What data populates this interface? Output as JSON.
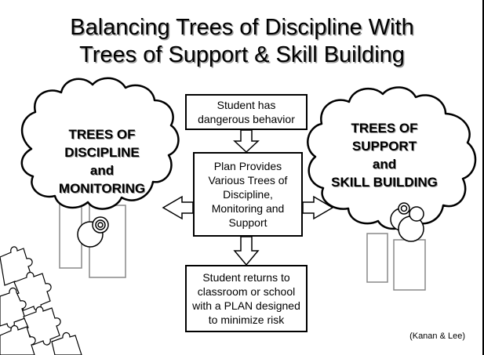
{
  "title": {
    "line1": "Balancing Trees of Discipline With",
    "line2": "Trees of Support & Skill Building"
  },
  "left_tree": {
    "line1": "TREES OF",
    "line2": "DISCIPLINE",
    "line3": "and",
    "line4": "MONITORING"
  },
  "right_tree": {
    "line1": "TREES OF",
    "line2": "SUPPORT",
    "line3": "and",
    "line4": "SKILL BUILDING"
  },
  "boxes": {
    "top": {
      "line1": "Student has",
      "line2": "dangerous behavior"
    },
    "middle": {
      "line1": "Plan Provides",
      "line2": "Various Trees of",
      "line3": "Discipline,",
      "line4": "Monitoring and",
      "line5": "Support"
    },
    "bottom": {
      "line1": "Student returns to",
      "line2": "classroom or school",
      "line3": "with a PLAN designed",
      "line4": "to minimize risk"
    }
  },
  "credit": "(Kanan & Lee)",
  "icons": [
    "puzzle-pieces-icon"
  ]
}
